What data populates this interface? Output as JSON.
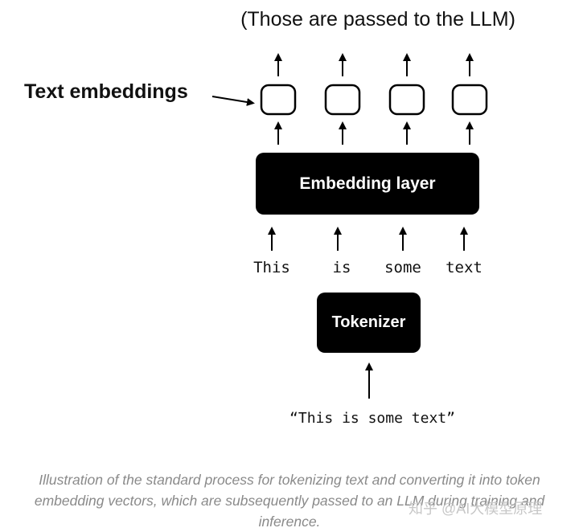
{
  "title": "(Those are passed to the LLM)",
  "side_label": "Text embeddings",
  "embedding_layer_label": "Embedding layer",
  "tokens": [
    "This",
    "is",
    "some",
    "text"
  ],
  "tokenizer_label": "Tokenizer",
  "input_text": "“This is some text”",
  "caption": "Illustration of the standard process for tokenizing text and converting it into token embedding vectors, which are subsequently passed to an LLM during training and inference.",
  "watermark": "知乎 @AI大模型原理"
}
